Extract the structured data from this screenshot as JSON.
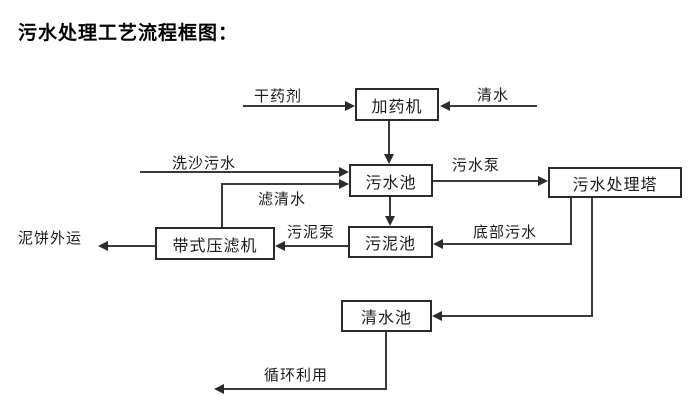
{
  "title": "污水处理工艺流程框图：",
  "nodes": {
    "dosing_machine": "加药机",
    "sewage_pool": "污水池",
    "treatment_tower": "污水处理塔",
    "sludge_pool": "污泥池",
    "belt_filter_press": "带式压滤机",
    "clean_water_pool": "清水池"
  },
  "flow_labels": {
    "dry_agent": "干药剂",
    "clean_water": "清水",
    "sand_washing_sewage": "洗沙污水",
    "sewage_pump": "污水泵",
    "filtered_water": "滤清水",
    "sludge_pump": "污泥泵",
    "bottom_sewage": "底部污水",
    "mud_cake_out": "泥饼外运",
    "recycling": "循环利用"
  },
  "colors": {
    "line": "#3a3a3a",
    "border": "#2b2b2b",
    "text": "#1a1a1a",
    "background": "#ffffff"
  }
}
